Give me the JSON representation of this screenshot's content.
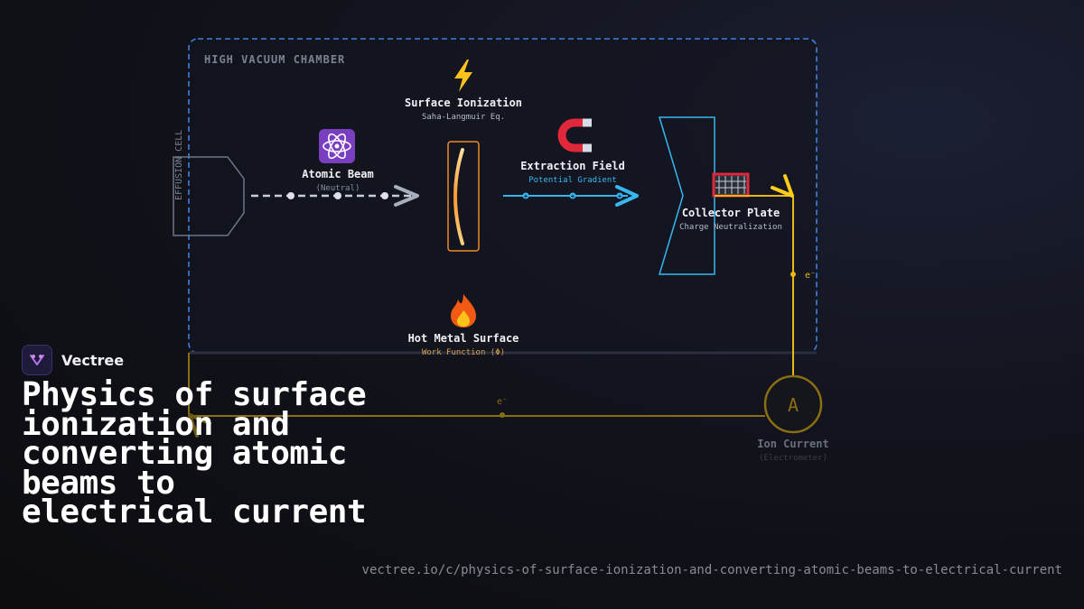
{
  "diagram": {
    "chamber_label": "HIGH VACUUM CHAMBER",
    "effusion_label": "EFFUSION CELL",
    "atomic_beam": {
      "icon": "atom-icon",
      "title": "Atomic Beam",
      "subtitle": "(Neutral)"
    },
    "surface_ionization": {
      "icon": "lightning-icon",
      "title": "Surface Ionization",
      "subtitle": "Saha-Langmuir Eq."
    },
    "extraction_field": {
      "icon": "magnet-icon",
      "title": "Extraction Field",
      "subtitle": "Potential Gradient"
    },
    "collector_plate": {
      "icon": "goal-net-icon",
      "title": "Collector Plate",
      "subtitle": "Charge Neutralization"
    },
    "hot_metal_surface": {
      "icon": "fire-icon",
      "title": "Hot Metal Surface",
      "subtitle": "Work Function (Φ)"
    },
    "ion_current": {
      "meter_symbol": "A",
      "title": "Ion Current",
      "subtitle": "(Electrometer)"
    },
    "electron_label_right": "e⁻",
    "electron_label_bottom": "e⁻",
    "colors": {
      "chamber_border": "#3f7fe0",
      "beam": "#c8ccd8",
      "ion_beam": "#38b6f0",
      "circuit": "#e8b818",
      "hot_surface": "#f08a24"
    }
  },
  "brand": {
    "name": "Vectree"
  },
  "title": "Physics of surface ionization and converting atomic beams to electrical current",
  "url": "vectree.io/c/physics-of-surface-ionization-and-converting-atomic-beams-to-electrical-current"
}
